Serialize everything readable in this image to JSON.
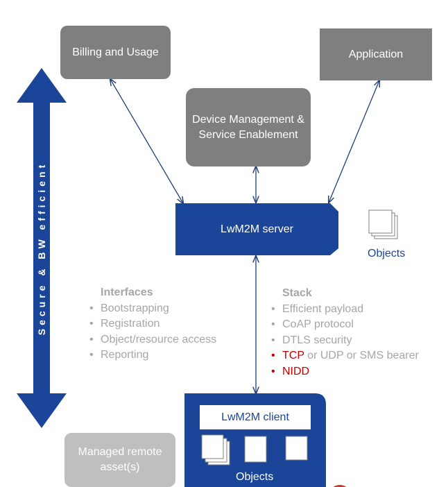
{
  "boxes": {
    "billing": "Billing and Usage",
    "application": "Application",
    "device_mgmt": "Device Management & Service Enablement",
    "server": "LwM2M server",
    "client": "LwM2M client",
    "managed": "Managed remote asset(s)"
  },
  "side_arrow_label": "Secure & BW efficient",
  "objects_label_server": "Objects",
  "objects_label_client": "Objects",
  "interfaces": {
    "heading": "Interfaces",
    "items": [
      "Bootstrapping",
      "Registration",
      "Object/resource access",
      "Reporting"
    ]
  },
  "stack": {
    "heading": "Stack",
    "items": [
      "Efficient payload",
      "CoAP protocol",
      "DTLS security"
    ],
    "bearer": {
      "highlight": "TCP",
      "rest": " or UDP or SMS bearer"
    },
    "nidd": "NIDD"
  },
  "colors": {
    "navy": "#1b4599",
    "box_grey": "#7f7f7f",
    "light_grey": "#bfbfbf",
    "text_grey": "#a6a6a6",
    "highlight_red": "#c00000"
  }
}
